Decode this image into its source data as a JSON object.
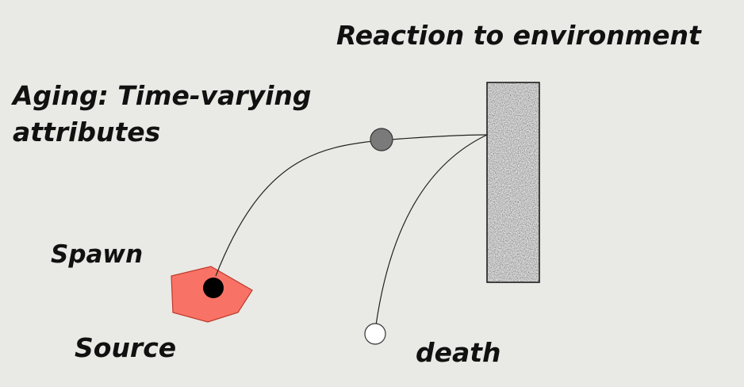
{
  "labels": {
    "reaction": "Reaction to environment",
    "aging_line1": "Aging: Time-varying",
    "aging_line2": "attributes",
    "spawn": "Spawn",
    "source": "Source",
    "death": "death"
  },
  "colors": {
    "background": "#e9e9e5",
    "source_fill": "#f87365",
    "particle_alive": "#7a7a7a",
    "particle_spawn": "#000000",
    "particle_dead": "#ffffff",
    "wall_texture": "#9a9a9a"
  }
}
